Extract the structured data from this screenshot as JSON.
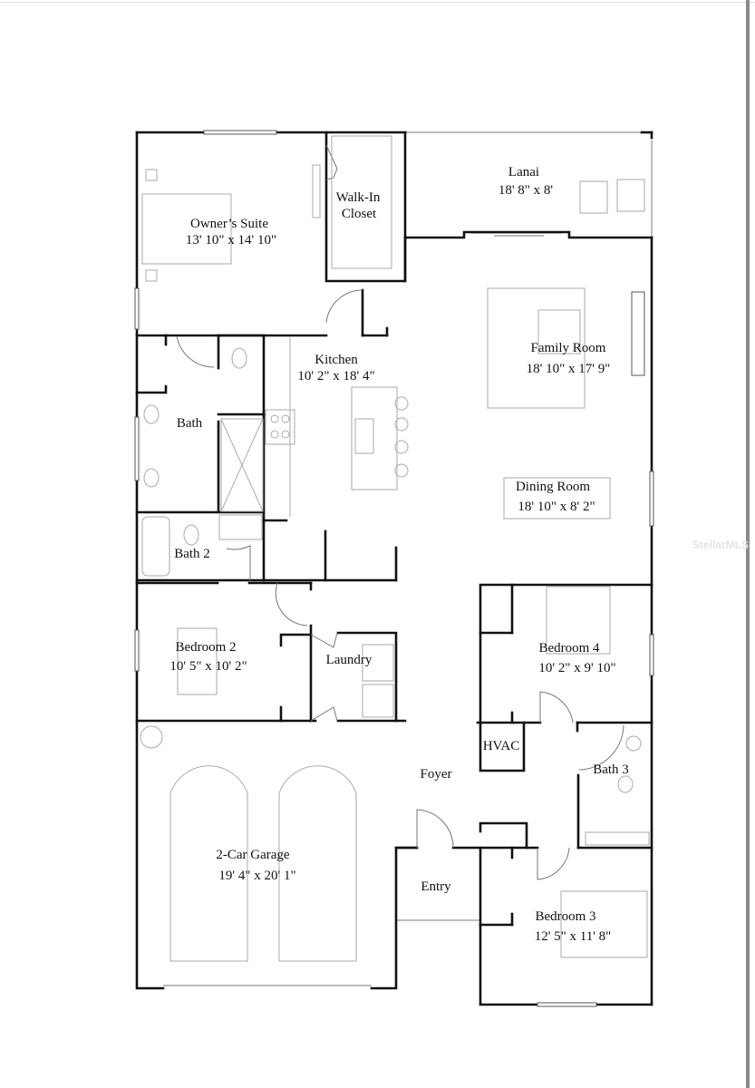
{
  "rooms": {
    "owners_suite": {
      "name": "Owner’s Suite",
      "size": "13' 10\" x 14' 10\""
    },
    "walk_in_closet": {
      "line1": "Walk-In",
      "line2": "Closet"
    },
    "lanai": {
      "name": "Lanai",
      "size": "18' 8\" x 8'"
    },
    "kitchen": {
      "name": "Kitchen",
      "size": "10' 2\" x 18' 4\""
    },
    "family_room": {
      "name": "Family Room",
      "size": "18' 10\" x 17' 9\""
    },
    "bath": {
      "name": "Bath"
    },
    "dining_room": {
      "name": "Dining Room",
      "size": "18' 10\" x 8' 2\""
    },
    "bath_2": {
      "name": "Bath 2"
    },
    "bedroom_2": {
      "name": "Bedroom 2",
      "size": "10' 5\" x 10' 2\""
    },
    "laundry": {
      "name": "Laundry"
    },
    "bedroom_4": {
      "name": "Bedroom 4",
      "size": "10' 2\" x 9' 10\""
    },
    "hvac": {
      "name": "HVAC"
    },
    "bath_3": {
      "name": "Bath 3"
    },
    "foyer": {
      "name": "Foyer"
    },
    "garage": {
      "name": "2-Car Garage",
      "size": "19' 4\" x 20' 1\""
    },
    "entry": {
      "name": "Entry"
    },
    "bedroom_3": {
      "name": "Bedroom 3",
      "size": "12' 5\" x 11' 8\""
    }
  },
  "watermark": "StellarMLS",
  "colors": {
    "wall": "#111111",
    "furniture": "#aaaaaa",
    "background": "#ffffff"
  }
}
